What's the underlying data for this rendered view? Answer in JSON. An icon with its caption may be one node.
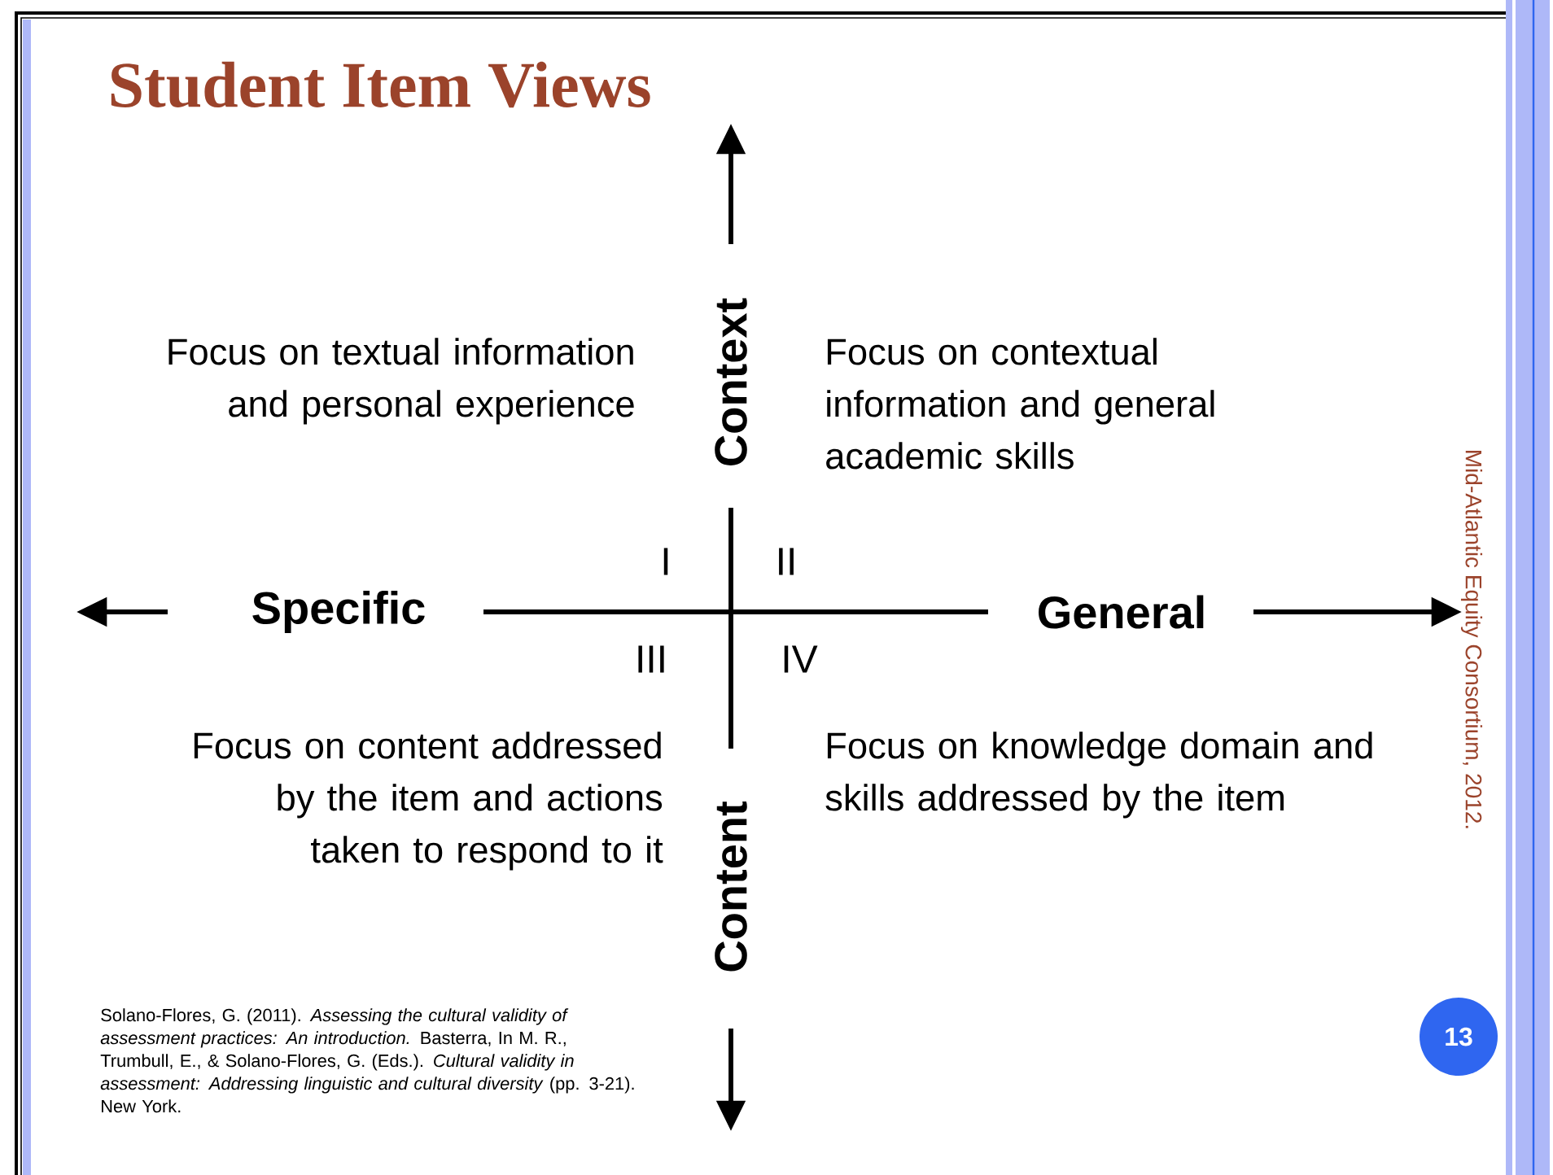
{
  "diagram": {
    "title": "Student Item Views",
    "nodes": [
      {
        "text": [
          "13"
        ]
      }
    ],
    "edges": [],
    "labels": [
      "Context",
      "Focus on textual information and personal experience",
      "Focus on contextual information and general academic skills",
      "Mid-Atlantic Equity Consortium, 2012.",
      "I",
      "II",
      "Specific",
      "General",
      "III",
      "IV",
      "Focus on content addressed by the item and actions taken to respond to it",
      "Focus on knowledge domain and skills addressed by the item",
      "Content",
      "Solano-Flores, G. (2011). *Assessing the cultural validity of assessment practices: An introduction.* Basterra, In M. R., Trumbull, E., & Solano-Flores, G. (Eds.). *Cultural validity in assessment: Addressing linguistic and cultural diversity* (pp. 3-21). New York."
    ]
  }
}
